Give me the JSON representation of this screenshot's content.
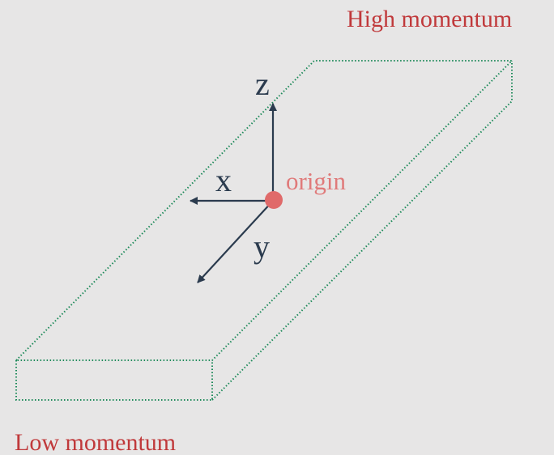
{
  "labels": {
    "high": "High momentum",
    "low": "Low momentum",
    "z": "z",
    "x": "x",
    "y": "y",
    "origin": "origin"
  },
  "colors": {
    "background": "#e7e6e6",
    "momentum_text": "#c0393b",
    "axis": "#2b3b4e",
    "axis_text": "#2b3b4e",
    "origin_dot": "#e06a6a",
    "origin_text": "#e07a7a",
    "box_outline": "#1e8a5a"
  }
}
